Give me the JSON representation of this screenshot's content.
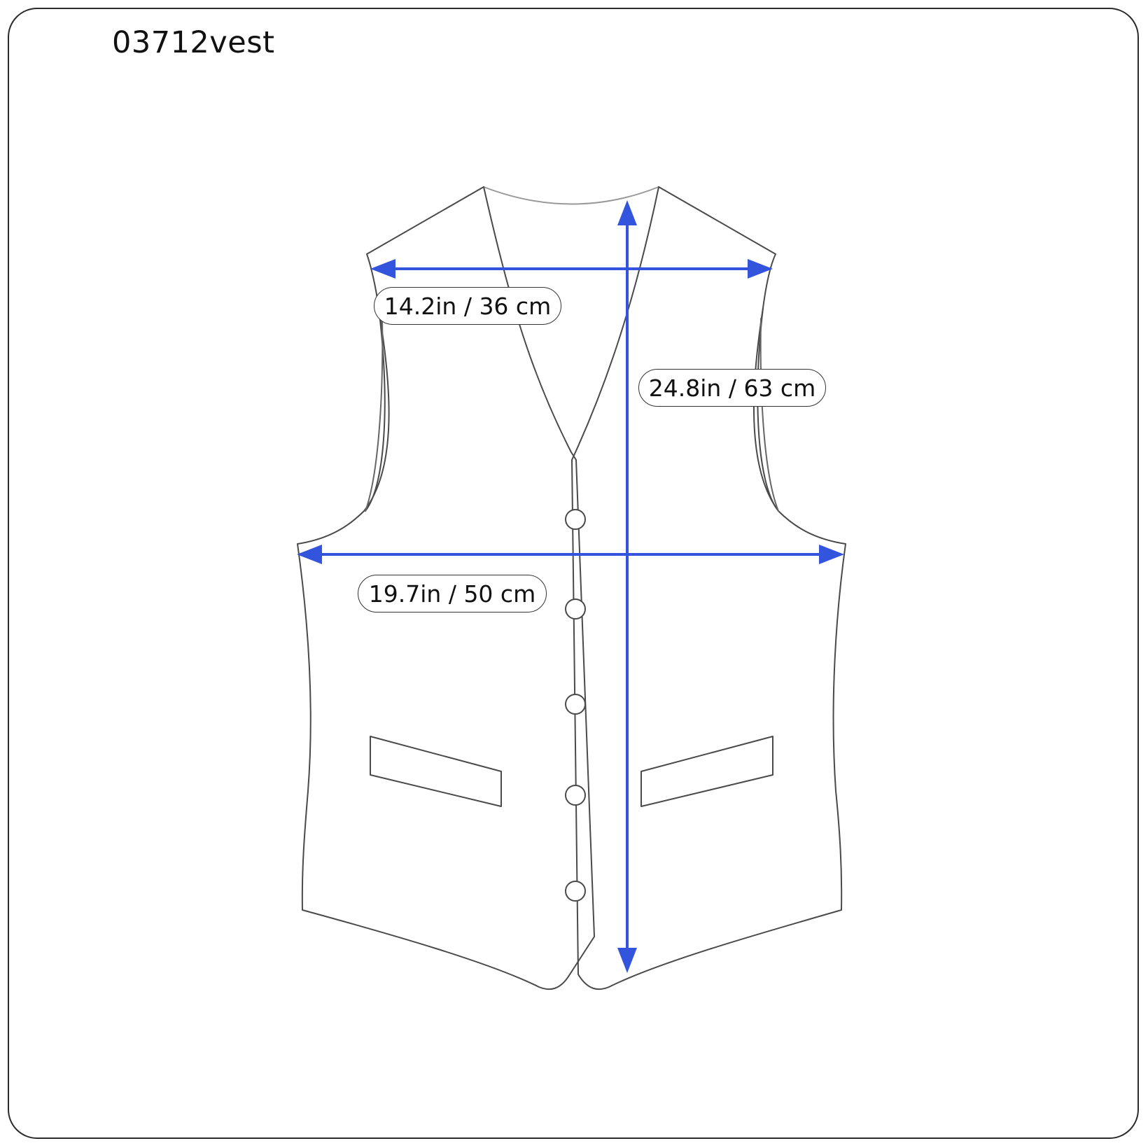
{
  "product": {
    "code": "03712vest"
  },
  "measurements": {
    "shoulder": {
      "label": "14.2in / 36 cm",
      "inches": 14.2,
      "cm": 36
    },
    "length": {
      "label": "24.8in / 63 cm",
      "inches": 24.8,
      "cm": 63
    },
    "chest": {
      "label": "19.7in / 50 cm",
      "inches": 19.7,
      "cm": 50
    }
  },
  "colors": {
    "arrow": "#3355dd",
    "outline": "#4a4a4a",
    "frame": "#2b2b2b"
  }
}
